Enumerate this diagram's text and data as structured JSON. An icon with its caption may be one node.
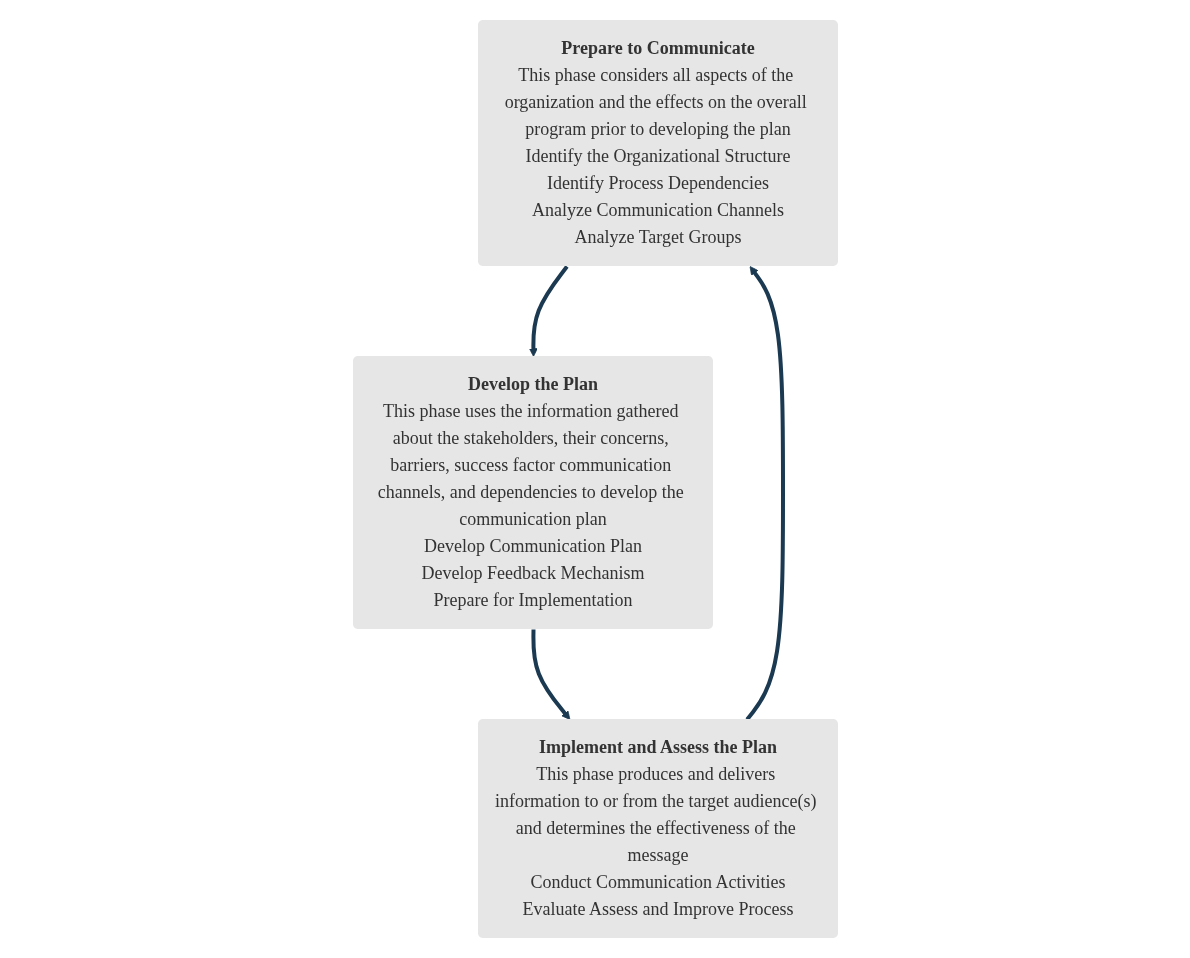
{
  "diagram": {
    "nodes": [
      {
        "text": [
          "Prepare to Communicate",
          "This phase considers all aspects of the organization and the effects on the overall program prior to developing the plan",
          "Identify the Organizational Structure",
          "Identify Process Dependencies",
          "Analyze Communication Channels",
          "Analyze Target Groups"
        ]
      },
      {
        "text": [
          "Develop the Plan",
          "This phase uses the information gathered about the stakeholders, their concerns, barriers, success factor communication channels, and dependencies to develop the communication plan",
          "Develop Communication Plan",
          "Develop Feedback Mechanism",
          "Prepare for Implementation"
        ]
      },
      {
        "text": [
          "Implement and Assess the Plan",
          "This phase produces and delivers information to or from the target audience(s) and determines the effectiveness of the message",
          "Conduct Communication Activities",
          "Evaluate Assess and Improve Process"
        ]
      }
    ],
    "edges": [
      {
        "from": 0,
        "to": 1,
        "arrow": "to"
      },
      {
        "from": 1,
        "to": 2,
        "arrow": "to"
      },
      {
        "from": 2,
        "to": 0,
        "arrow": "to"
      }
    ]
  }
}
